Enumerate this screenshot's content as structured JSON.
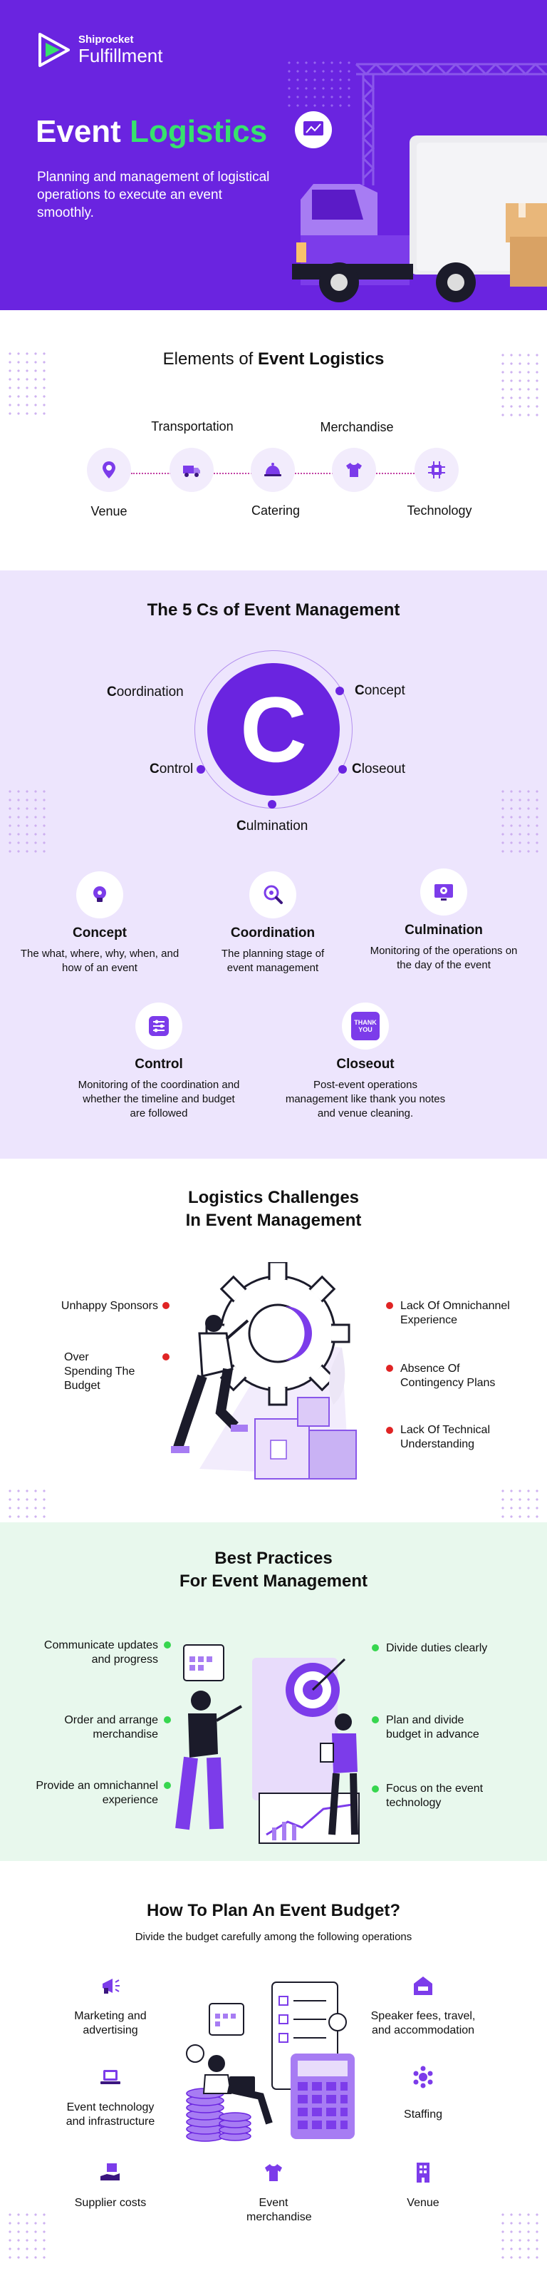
{
  "brand": {
    "line1": "Shiprocket",
    "line2": "Fulfillment",
    "purple": "#6a24e0",
    "green": "#37e26c"
  },
  "hero": {
    "title_part1": "Event",
    "title_part2": "Logistics",
    "subtitle": "Planning and management of logistical operations to execute an event smoothly."
  },
  "elements": {
    "title_regular": "Elements of",
    "title_bold": "Event Logistics",
    "nodes": [
      {
        "label": "Venue",
        "icon": "location-pin-icon"
      },
      {
        "label": "Transportation",
        "icon": "truck-icon"
      },
      {
        "label": "Catering",
        "icon": "food-cloche-icon"
      },
      {
        "label": "Merchandise",
        "icon": "t-shirt-icon"
      },
      {
        "label": "Technology",
        "icon": "chip-icon"
      }
    ]
  },
  "five_cs": {
    "title": "The 5 Cs of Event Management",
    "center_letter": "C",
    "ring_labels": [
      {
        "first": "C",
        "rest": "oordination"
      },
      {
        "first": "C",
        "rest": "oncept"
      },
      {
        "first": "C",
        "rest": "ontrol"
      },
      {
        "first": "C",
        "rest": "loseout"
      },
      {
        "first": "C",
        "rest": "ulmination"
      }
    ],
    "cards": [
      {
        "title": "Concept",
        "desc": "The what, where, why, when, and how of an event",
        "icon": "lightbulb-icon"
      },
      {
        "title": "Coordination",
        "desc": "The planning stage of event management",
        "icon": "search-gear-icon"
      },
      {
        "title": "Culmination",
        "desc": "Monitoring of the operations on the day of the event",
        "icon": "monitor-gear-icon"
      },
      {
        "title": "Control",
        "desc": "Monitoring of the coordination and whether the timeline and budget are followed",
        "icon": "sliders-icon"
      },
      {
        "title": "Closeout",
        "desc": "Post-event operations management like thank you notes and venue cleaning.",
        "icon": "thank-you-card-icon",
        "badge": "THANK YOU"
      }
    ]
  },
  "challenges": {
    "title_line1": "Logistics Challenges",
    "title_line2": "In Event Management",
    "left": [
      "Unhappy Sponsors",
      "Over Spending The Budget"
    ],
    "right": [
      "Lack Of Omnichannel Experience",
      "Absence Of Contingency Plans",
      "Lack Of Technical Understanding"
    ],
    "bullet_color": "#e02424"
  },
  "best_practices": {
    "title_line1": "Best Practices",
    "title_line2": "For Event Management",
    "left": [
      "Communicate updates and progress",
      "Order and arrange merchandise",
      "Provide an omnichannel experience"
    ],
    "right": [
      "Divide duties clearly",
      "Plan and divide budget in advance",
      "Focus on the event technology"
    ],
    "bullet_color": "#37d64f"
  },
  "budget": {
    "title": "How To Plan An Event Budget?",
    "subtitle": "Divide the budget carefully among the following operations",
    "items": [
      {
        "label": "Marketing and advertising",
        "icon": "megaphone-icon"
      },
      {
        "label": "Speaker fees, travel, and accommodation",
        "icon": "hotel-icon"
      },
      {
        "label": "Event technology and infrastructure",
        "icon": "laptop-icon"
      },
      {
        "label": "Staffing",
        "icon": "team-icon"
      },
      {
        "label": "Supplier costs",
        "icon": "hand-box-icon"
      },
      {
        "label": "Event merchandise",
        "icon": "shirt-icon"
      },
      {
        "label": "Venue",
        "icon": "building-icon"
      }
    ]
  }
}
